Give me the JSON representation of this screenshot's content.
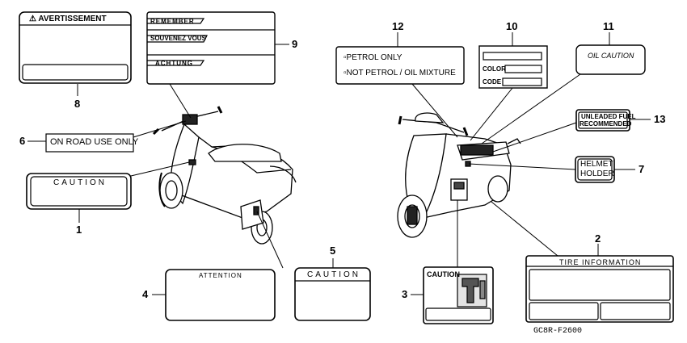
{
  "labels": {
    "avertissement": "⚠ AVERTISSEMENT",
    "remember": "REMEMBER",
    "souvenez_vous": "SOUVENEZ VOUS",
    "achtung": "ACHTUNG",
    "on_road_use_only": "ON ROAD USE ONLY",
    "caution_1": "CAUTION",
    "attention": "ATTENTION",
    "caution_5": "CAUTION",
    "petrol_only": "PETROL  ONLY",
    "not_petrol_oil_mixture": "NOT PETROL / OIL MIXTURE",
    "color": "COLOR",
    "code": "CODE",
    "oil_caution": "OIL  CAUTION",
    "unleaded_fuel": "UNLEADED FUEL",
    "recommended": "RECOMMENDED",
    "helmet": "HELMET",
    "holder": "HOLDER",
    "caution_3": "CAUTION",
    "tire_information": "TIRE  INFORMATION"
  },
  "callouts": {
    "n1": "1",
    "n2": "2",
    "n3": "3",
    "n4": "4",
    "n5": "5",
    "n6": "6",
    "n7": "7",
    "n8": "8",
    "n9": "9",
    "n10": "10",
    "n11": "11",
    "n12": "12",
    "n13": "13"
  },
  "diagram_code": "GC8R-F2600"
}
